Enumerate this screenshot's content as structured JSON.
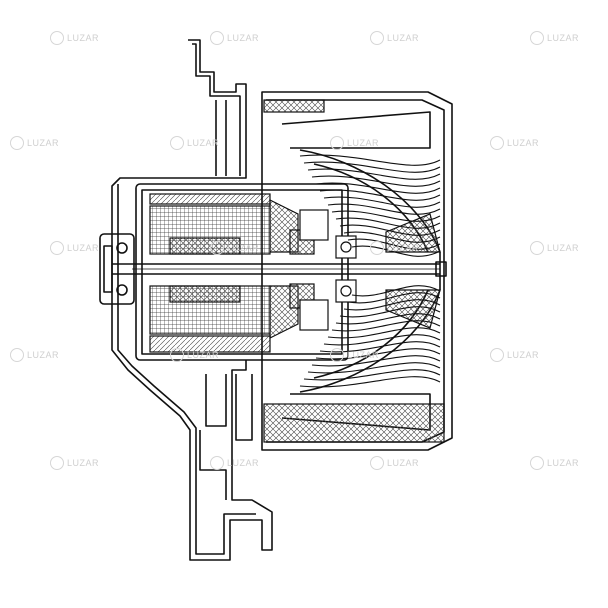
{
  "watermark": {
    "brand": "LUZAR",
    "count": 20
  },
  "drawing": {
    "subject": "blower-motor-cross-section",
    "line_color": "#111111",
    "hatch_color": "#333333",
    "background": "#ffffff"
  }
}
